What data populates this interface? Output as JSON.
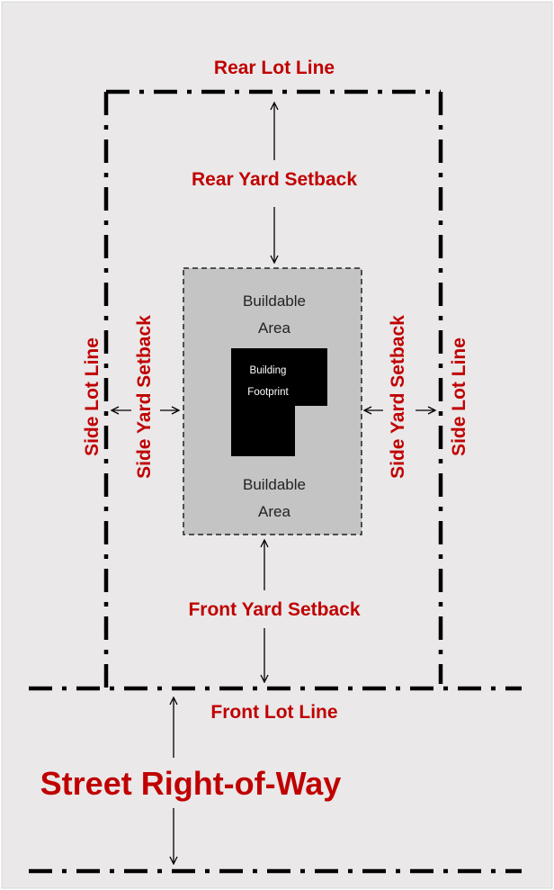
{
  "diagram": {
    "colors": {
      "background": "#eae8e9",
      "label": "#c00000",
      "line": "#000000",
      "buildable_fill": "#c4c4c4",
      "footprint_fill": "#000000"
    },
    "labels": {
      "rear_lot_line": "Rear Lot Line",
      "rear_yard_setback": "Rear Yard Setback",
      "side_lot_line_left": "Side Lot Line",
      "side_yard_setback_left": "Side Yard Setback",
      "side_yard_setback_right": "Side Yard Setback",
      "side_lot_line_right": "Side Lot Line",
      "front_yard_setback": "Front Yard Setback",
      "front_lot_line": "Front Lot Line",
      "street_right_of_way": "Street Right-of-Way"
    },
    "buildable_area": {
      "top_line1": "Buildable",
      "top_line2": "Area",
      "bottom_line1": "Buildable",
      "bottom_line2": "Area"
    },
    "building_footprint": {
      "line1": "Building",
      "line2": "Footprint"
    }
  }
}
